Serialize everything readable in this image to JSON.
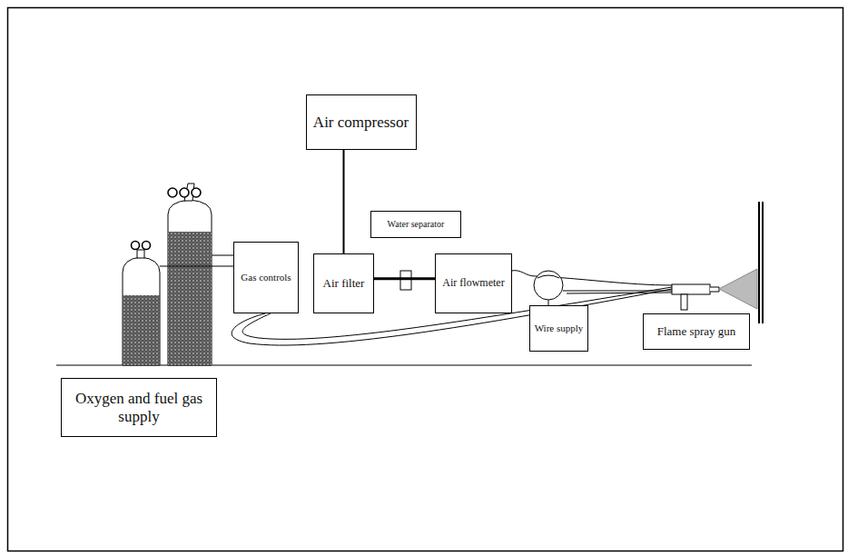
{
  "diagram": {
    "nodes": [
      {
        "text": [
          "Air compressor"
        ]
      },
      {
        "text": [
          "Water separator"
        ]
      },
      {
        "text": [
          "Gas controls"
        ]
      },
      {
        "text": [
          "Air filter"
        ]
      },
      {
        "text": [
          "Air flowmeter"
        ]
      },
      {
        "text": [
          "Wire supply"
        ]
      },
      {
        "text": [
          "Flame spray gun"
        ]
      },
      {
        "text": [
          "Oxygen and fuel gas supply"
        ]
      }
    ],
    "edges": [
      {
        "from": 0,
        "to": 3,
        "arrow": "none"
      },
      {
        "from": 3,
        "to": 4,
        "arrow": "none"
      }
    ]
  }
}
